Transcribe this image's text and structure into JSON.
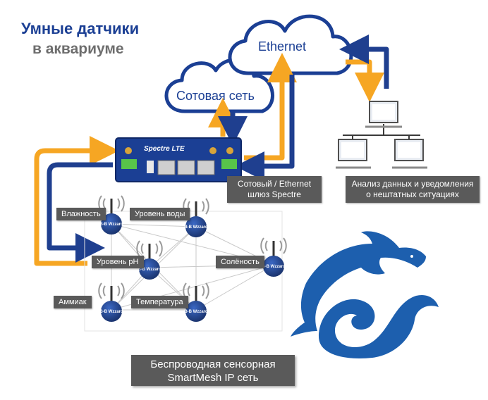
{
  "title": {
    "line1": "Умные датчики",
    "line2": "в аквариуме"
  },
  "clouds": {
    "cellular": "Сотовая сеть",
    "ethernet": "Ethernet"
  },
  "gateway": {
    "device_label": "Spectre LTE",
    "caption_line1": "Сотовый / Ethernet",
    "caption_line2": "шлюз Spectre"
  },
  "analytics": {
    "caption_line1": "Анализ данных и уведомления",
    "caption_line2": "о нештатных ситуациях"
  },
  "sensors": [
    {
      "label": "Влажность"
    },
    {
      "label": "Уровень воды"
    },
    {
      "label": "Уровень pH"
    },
    {
      "label": "Солёность"
    },
    {
      "label": "Аммиак"
    },
    {
      "label": "Температура"
    }
  ],
  "node_brand": "B-B Wzzard",
  "network": {
    "line1": "Беспроводная сенсорная",
    "line2": "SmartMesh IP сеть"
  },
  "colors": {
    "navy": "#1b3f94",
    "orange": "#f6a623",
    "dark_blue": "#1f3f8f",
    "gray_box": "#5a5a5a",
    "dolphin_blue": "#1d5fae"
  },
  "icons": {
    "cloud": "cloud-icon",
    "gateway": "router-icon",
    "computer": "computer-icon",
    "sensor_node": "wireless-node-icon",
    "dolphin": "dolphin-icon",
    "wave": "wave-icon"
  }
}
